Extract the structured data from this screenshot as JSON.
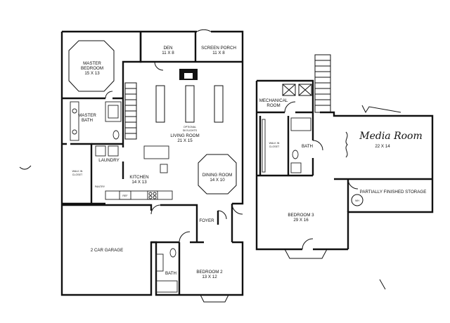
{
  "rooms": {
    "master_bedroom": {
      "name1": "MASTER",
      "name2": "BEDROOM",
      "dims": "15 X 13"
    },
    "den": {
      "name": "DEN",
      "dims": "11 X 8"
    },
    "screen_porch": {
      "name": "SCREEN PORCH",
      "dims": "11 X 8"
    },
    "master_bath": {
      "name1": "MASTER",
      "name2": "BATH"
    },
    "optional_skylights": {
      "line1": "OPTIONAL",
      "line2": "SKYLIGHTS"
    },
    "living_room": {
      "name": "LIVING ROOM",
      "dims": "21 X 15"
    },
    "laundry": {
      "name": "LAUNDRY"
    },
    "kitchen": {
      "name": "KITCHEN",
      "dims": "14 X 13"
    },
    "dining_room": {
      "name": "DINING ROOM",
      "dims": "14 X 10"
    },
    "ref": {
      "name": "REF"
    },
    "pantry": {
      "name": "PANTRY"
    },
    "walk_in_closet": {
      "line1": "WALK IN",
      "line2": "CLOSET"
    },
    "foyer": {
      "name": "FOYER"
    },
    "garage": {
      "name": "2 CAR GARAGE"
    },
    "bath_main": {
      "name": "BATH"
    },
    "bedroom2": {
      "name": "BEDROOM 2",
      "dims": "13 X 12"
    },
    "mechanical_room": {
      "name1": "MECHANICAL",
      "name2": "ROOM"
    },
    "bath_upper": {
      "name": "BATH"
    },
    "walk_in_closet_upper": {
      "line1": "WALK IN",
      "line2": "CLOSET"
    },
    "media_room": {
      "name": "Media Room",
      "dims": "22 X 14"
    },
    "partially_finished_storage": {
      "name": "PARTIALLY FINISHED STORAGE"
    },
    "water_heater": {
      "name": "WH"
    },
    "bedroom3": {
      "name": "BEDROOM 3",
      "dims": "29 X 16"
    }
  },
  "colors": {
    "line": "#111111",
    "background": "#ffffff"
  }
}
